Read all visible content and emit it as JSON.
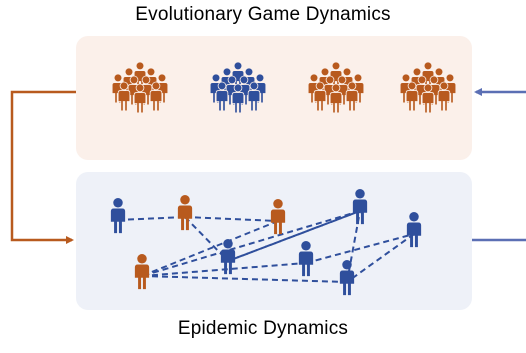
{
  "top_title": "Evolutionary Game Dynamics",
  "bottom_title": "Epidemic Dynamics",
  "colors": {
    "game": "#b85a1e",
    "epidemic": "#2f4f9c",
    "epidemic_light": "#5b6fb4",
    "top_panel_bg": "#fbf0ea",
    "bottom_panel_bg": "#eef1f8"
  },
  "top_panel": {
    "groups": [
      {
        "icon": "people-group-icon",
        "color": "game"
      },
      {
        "icon": "people-group-icon",
        "color": "epidemic"
      },
      {
        "icon": "people-group-icon",
        "color": "game"
      },
      {
        "icon": "people-group-icon",
        "color": "game"
      }
    ]
  },
  "bottom_panel": {
    "nodes": [
      {
        "icon": "person-icon",
        "color": "epidemic"
      },
      {
        "icon": "person-icon",
        "color": "game"
      },
      {
        "icon": "person-icon",
        "color": "game"
      },
      {
        "icon": "person-icon",
        "color": "epidemic"
      },
      {
        "icon": "person-icon",
        "color": "game"
      },
      {
        "icon": "person-icon",
        "color": "epidemic"
      },
      {
        "icon": "person-icon",
        "color": "epidemic"
      },
      {
        "icon": "person-icon",
        "color": "epidemic"
      },
      {
        "icon": "person-icon",
        "color": "epidemic"
      }
    ],
    "edges": [
      [
        0,
        1
      ],
      [
        1,
        3
      ],
      [
        3,
        5
      ],
      [
        1,
        2
      ],
      [
        2,
        4
      ],
      [
        4,
        7
      ],
      [
        7,
        6
      ],
      [
        6,
        8
      ],
      [
        8,
        5
      ],
      [
        4,
        8
      ],
      [
        5,
        4
      ],
      [
        5,
        3
      ]
    ]
  }
}
